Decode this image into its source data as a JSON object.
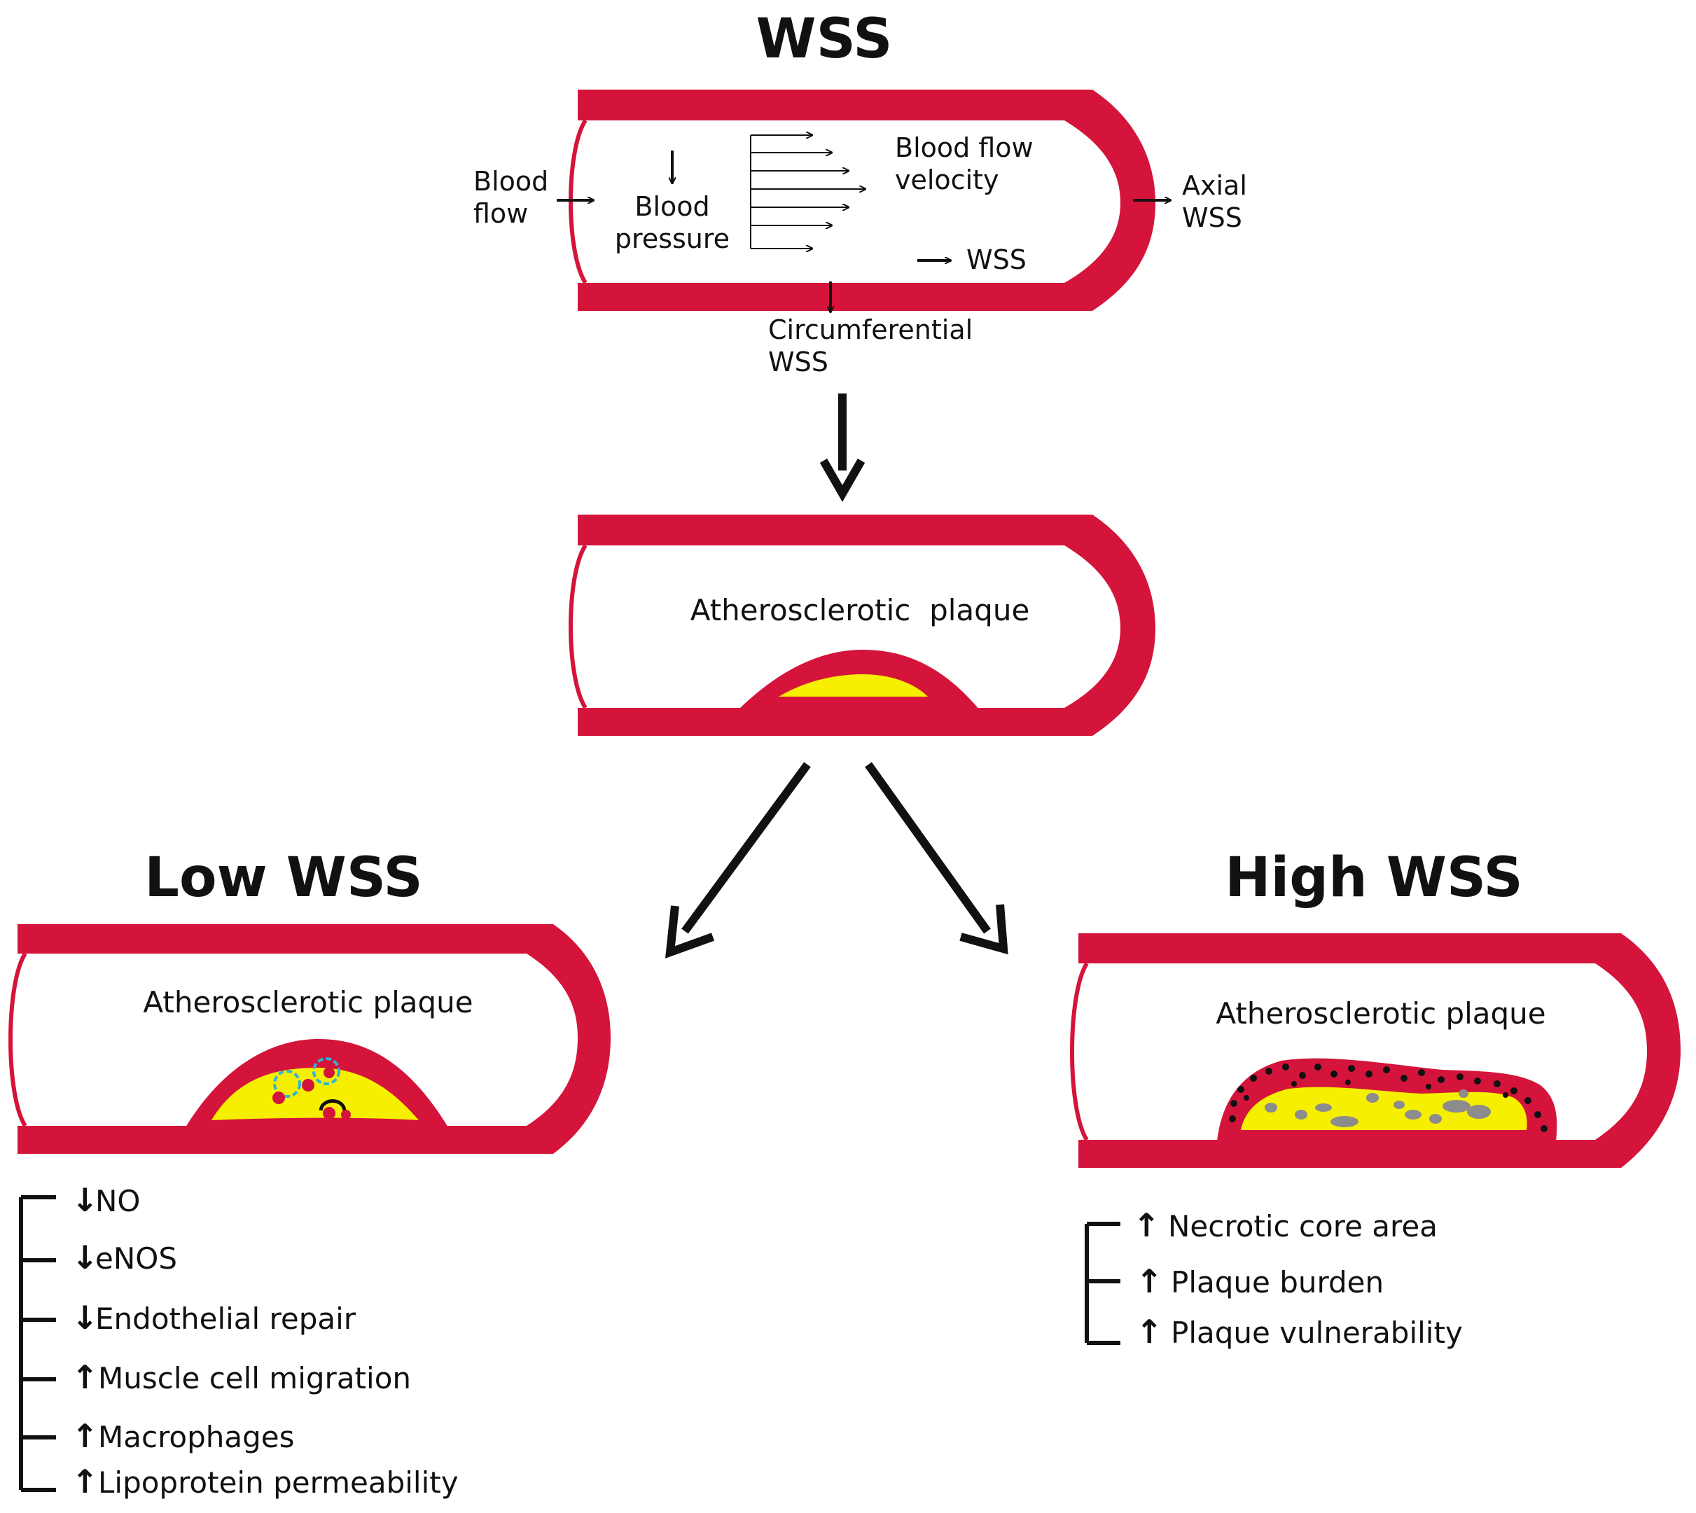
{
  "colors": {
    "vessel_wall": "#d4143a",
    "lipid_core": "#f6ef00",
    "arrow": "#111111",
    "macrophage_outline": "#2fb3d6",
    "necrotic_particle": "#8c8c8c"
  },
  "top": {
    "title": "WSS",
    "blood_flow": [
      "Blood",
      "flow"
    ],
    "blood_pressure": [
      "Blood",
      "pressure"
    ],
    "blood_flow_velocity": [
      "Blood flow",
      "velocity"
    ],
    "wss": "WSS",
    "axial_wss": [
      "Axial",
      "WSS"
    ],
    "circumferential_wss": [
      "Circumferential",
      "WSS"
    ]
  },
  "middle": {
    "plaque_label": "Atherosclerotic  plaque"
  },
  "low": {
    "title": "Low WSS",
    "plaque_label": "Atherosclerotic plaque",
    "effects": [
      {
        "arrow": "↓",
        "text": "NO"
      },
      {
        "arrow": "↓",
        "text": "eNOS"
      },
      {
        "arrow": "↓",
        "text": "Endothelial repair"
      },
      {
        "arrow": "↑",
        "text": "Muscle cell migration"
      },
      {
        "arrow": "↑",
        "text": "Macrophages"
      },
      {
        "arrow": "↑",
        "text": "Lipoprotein permeability"
      }
    ]
  },
  "high": {
    "title": "High WSS",
    "plaque_label": "Atherosclerotic plaque",
    "effects": [
      {
        "arrow": "↑",
        "text": "Necrotic core area"
      },
      {
        "arrow": "↑",
        "text": "Plaque burden"
      },
      {
        "arrow": "↑",
        "text": "Plaque vulnerability"
      }
    ]
  }
}
